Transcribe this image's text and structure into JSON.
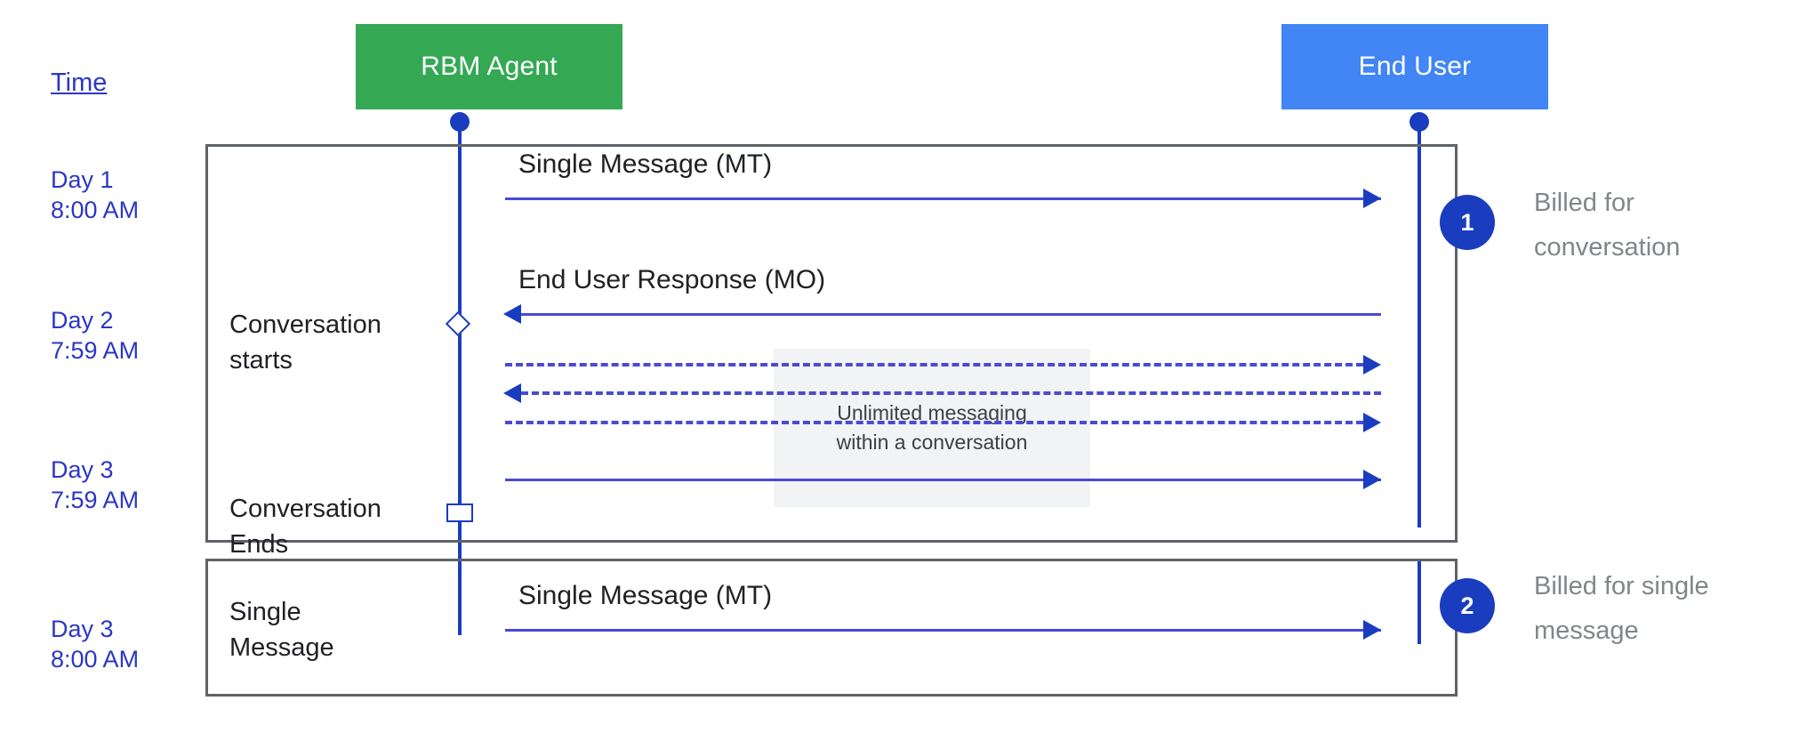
{
  "diagram": {
    "title": "RBM conversation billing sequence diagram",
    "colors": {
      "agent_box": "#34a853",
      "user_box": "#4285f4",
      "lifeline": "#1a3dbf",
      "arrow": "#4a4ad4",
      "frame": "#5f6368",
      "note_bg": "#f1f3f4",
      "time_text": "#2b37c4",
      "billing_text": "#80868b",
      "badge": "#1a3dbf"
    }
  },
  "participants": [
    {
      "id": "rbm-agent",
      "label": "RBM Agent"
    },
    {
      "id": "end-user",
      "label": "End User"
    }
  ],
  "time_column": {
    "header": "Time",
    "entries": [
      {
        "id": "day1",
        "day": "Day 1",
        "time": "8:00 AM",
        "text": "Day 1\n8:00 AM"
      },
      {
        "id": "day2",
        "day": "Day 2",
        "time": "7:59 AM",
        "text": "Day 2\n7:59 AM"
      },
      {
        "id": "day3-end",
        "day": "Day 3",
        "time": "7:59 AM",
        "text": "Day 3\n7:59 AM"
      },
      {
        "id": "day3-single",
        "day": "Day 3",
        "time": "8:00 AM",
        "text": "Day 3\n8:00 AM"
      }
    ]
  },
  "stages": {
    "conversation_starts": "Conversation\nstarts",
    "conversation_ends": "Conversation\nEnds",
    "single_message": "Single\nMessage"
  },
  "messages": [
    {
      "id": "msg-mt-1",
      "label": "Single Message (MT)",
      "direction": "agent-to-user",
      "style": "solid"
    },
    {
      "id": "msg-mo-1",
      "label": "End User Response (MO)",
      "direction": "user-to-agent",
      "style": "solid"
    },
    {
      "id": "msg-dashed-1",
      "label": "",
      "direction": "agent-to-user",
      "style": "dashed"
    },
    {
      "id": "msg-dashed-2",
      "label": "",
      "direction": "user-to-agent",
      "style": "dashed"
    },
    {
      "id": "msg-dashed-3",
      "label": "",
      "direction": "agent-to-user",
      "style": "dashed"
    },
    {
      "id": "msg-solid-last",
      "label": "",
      "direction": "agent-to-user",
      "style": "solid"
    },
    {
      "id": "msg-mt-2",
      "label": "Single Message (MT)",
      "direction": "agent-to-user",
      "style": "solid"
    }
  ],
  "note": {
    "text": "Unlimited messaging\nwithin a conversation"
  },
  "billing": [
    {
      "badge": "1",
      "text": "Billed for\nconversation"
    },
    {
      "badge": "2",
      "text": "Billed for single\nmessage"
    }
  ]
}
